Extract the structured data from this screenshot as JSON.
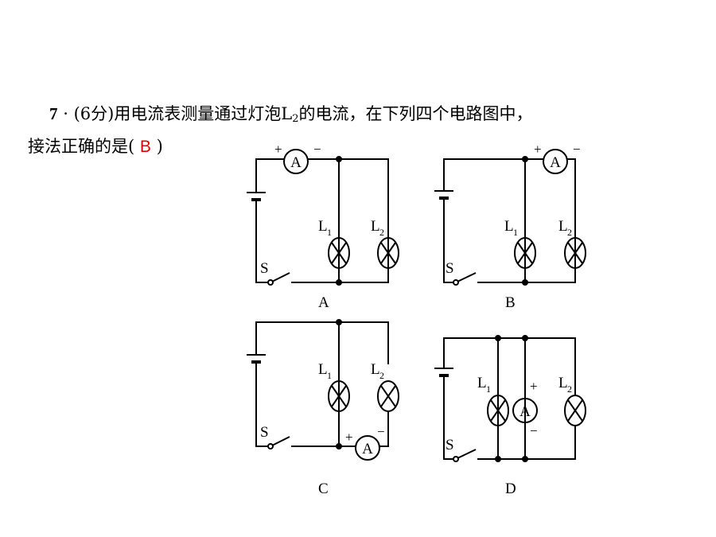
{
  "question": {
    "number": "7",
    "dot": "·",
    "score": "(6分)",
    "text_before_sub": "用电流表测量通过灯泡L",
    "subscript": "2",
    "text_after_sub": "的电流，在下列四个电路图中，",
    "line2_prefix": "接法正确的是(",
    "answer": "B",
    "line2_suffix": ")"
  },
  "diagram_labels": {
    "ammeter": "A",
    "plus": "+",
    "minus": "−",
    "lamp1": "L",
    "lamp1_sub": "1",
    "lamp2": "L",
    "lamp2_sub": "2",
    "switch": "S"
  },
  "options": [
    {
      "label": "A"
    },
    {
      "label": "B"
    },
    {
      "label": "C"
    },
    {
      "label": "D"
    }
  ]
}
